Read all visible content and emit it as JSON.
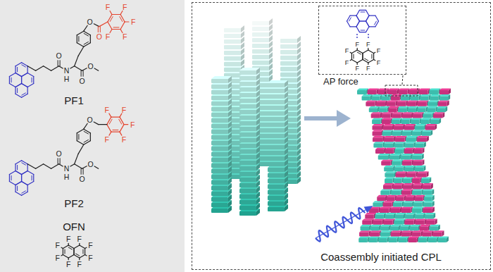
{
  "diagram": {
    "nodes": [
      {
        "text": [
          "PF1",
          "PF2",
          "OFN"
        ]
      },
      {
        "text": [
          "Coassembly initiated CPL"
        ]
      },
      {
        "text": [
          "AP force"
        ],
        "in": 1
      }
    ],
    "labels": [
      "O",
      "N",
      "H",
      "O",
      "O",
      "O",
      "O",
      "F",
      "F",
      "F",
      "F",
      "F",
      "O",
      "N",
      "H",
      "O",
      "O",
      "O",
      "F",
      "F",
      "F",
      "F",
      "F",
      "F",
      "F",
      "F",
      "F",
      "F",
      "F",
      "F",
      "F",
      "F",
      "F",
      "F",
      "F",
      "F",
      "F",
      "F",
      "F"
    ]
  }
}
